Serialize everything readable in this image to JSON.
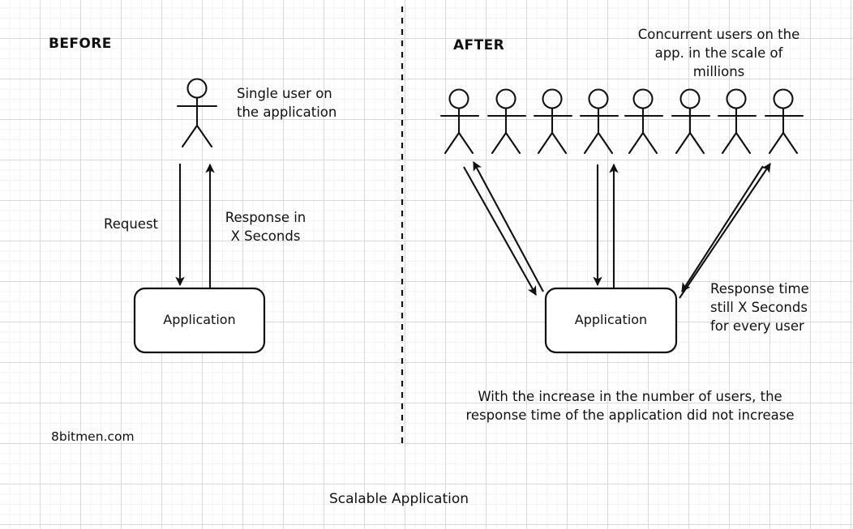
{
  "diagram": {
    "title": "Scalable Application",
    "watermark": "8bitmen.com",
    "divider": "vertical-dashed-divider"
  },
  "before": {
    "heading": "BEFORE",
    "user_note_line1": "Single user on",
    "user_note_line2": "the application",
    "request_label": "Request",
    "response_label_line1": "Response in",
    "response_label_line2": "X Seconds",
    "box_label": "Application",
    "actor_count": 1
  },
  "after": {
    "heading": "AFTER",
    "users_note_line1": "Concurrent users on the",
    "users_note_line2": "app. in the scale of",
    "users_note_line3": "millions",
    "response_note_line1": "Response time",
    "response_note_line2": "still X Seconds",
    "response_note_line3": "for every user",
    "box_label": "Application",
    "caption_line1": "With the increase in the number of users, the",
    "caption_line2": "response time of the application did not increase",
    "actor_count": 8
  },
  "colors": {
    "ink": "#111111",
    "paper": "#ffffff",
    "grid_major": "#d9d9d9",
    "grid_minor": "#f3f3f3"
  }
}
